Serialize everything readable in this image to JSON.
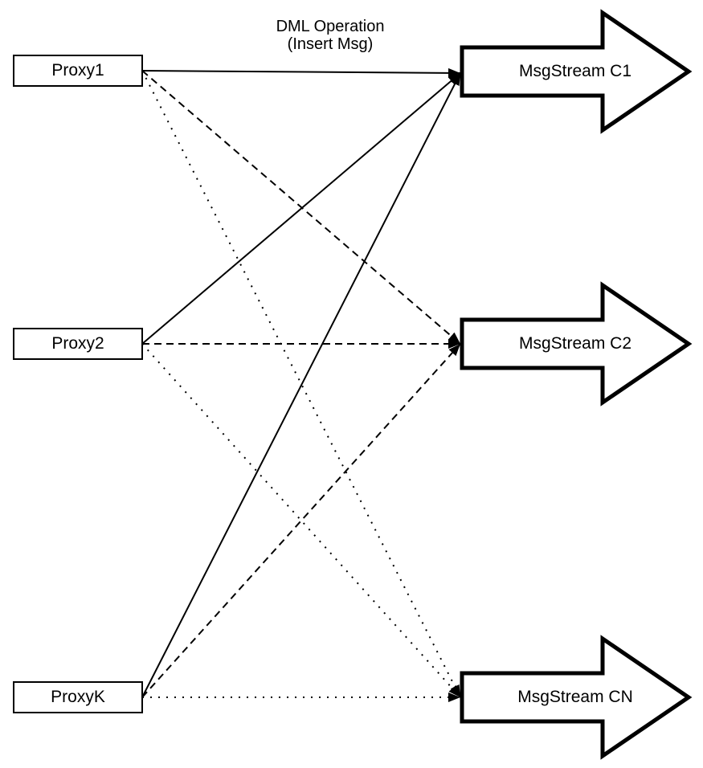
{
  "diagram": {
    "background_color": "#ffffff",
    "foreground_color": "#000000",
    "annotation": {
      "line1": "DML Operation",
      "line2": "(Insert Msg)"
    },
    "proxies": [
      {
        "label": "Proxy1"
      },
      {
        "label": "Proxy2"
      },
      {
        "label": "ProxyK"
      }
    ],
    "streams": [
      {
        "label": "MsgStream C1",
        "incoming_line_style": "solid"
      },
      {
        "label": "MsgStream C2",
        "incoming_line_style": "dashed"
      },
      {
        "label": "MsgStream CN",
        "incoming_line_style": "dotted"
      }
    ],
    "edges": [
      {
        "from": "Proxy1",
        "to": "MsgStream C1",
        "style": "solid",
        "label": "DML Operation (Insert Msg)"
      },
      {
        "from": "Proxy1",
        "to": "MsgStream C2",
        "style": "dashed"
      },
      {
        "from": "Proxy1",
        "to": "MsgStream CN",
        "style": "dotted"
      },
      {
        "from": "Proxy2",
        "to": "MsgStream C1",
        "style": "solid"
      },
      {
        "from": "Proxy2",
        "to": "MsgStream C2",
        "style": "dashed"
      },
      {
        "from": "Proxy2",
        "to": "MsgStream CN",
        "style": "dotted"
      },
      {
        "from": "ProxyK",
        "to": "MsgStream C1",
        "style": "solid"
      },
      {
        "from": "ProxyK",
        "to": "MsgStream C2",
        "style": "dashed"
      },
      {
        "from": "ProxyK",
        "to": "MsgStream CN",
        "style": "dotted"
      }
    ]
  }
}
